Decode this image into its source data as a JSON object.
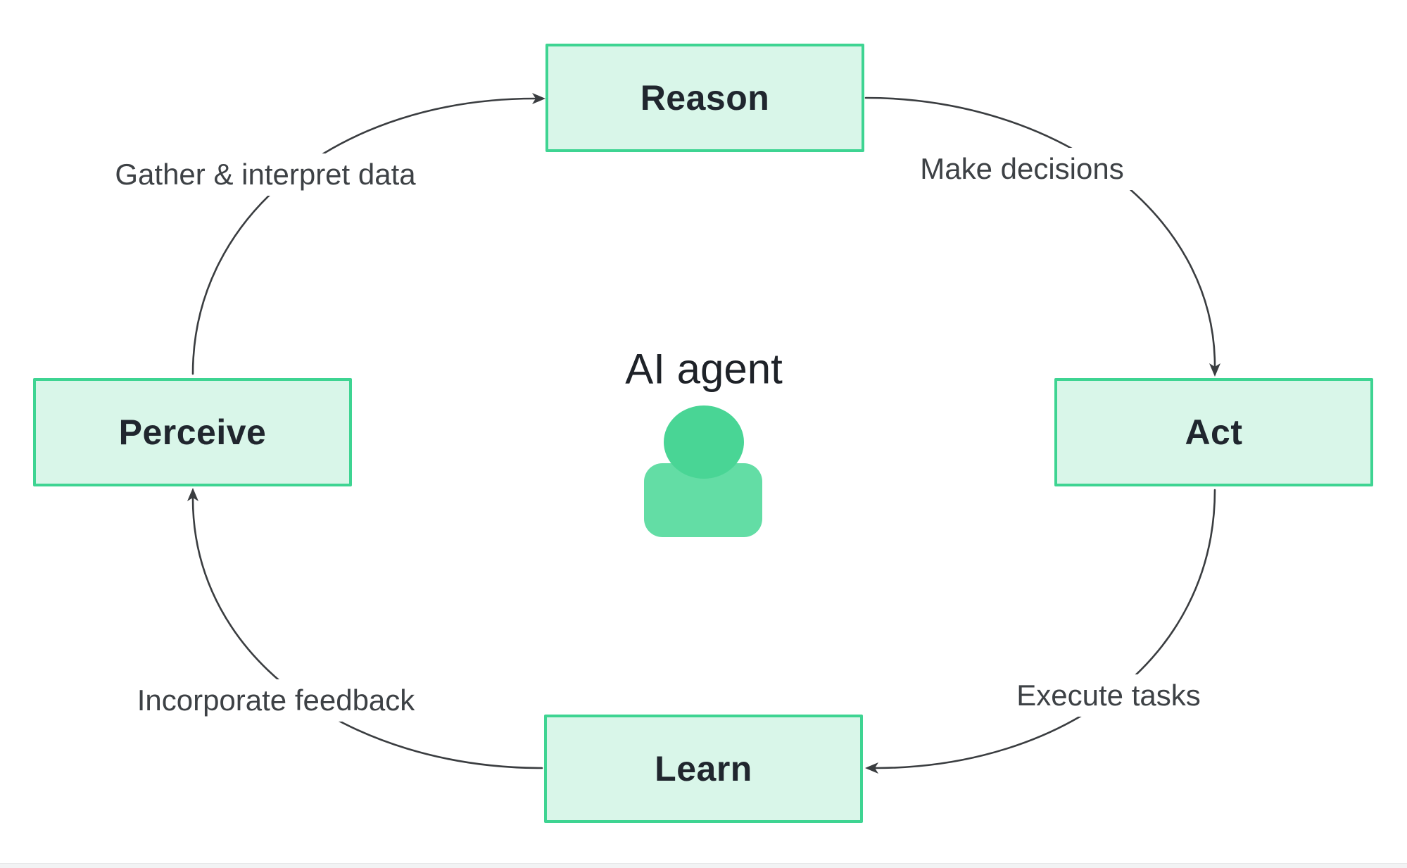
{
  "diagram": {
    "title": "AI agent",
    "nodes": [
      {
        "id": "reason",
        "label": "Reason"
      },
      {
        "id": "act",
        "label": "Act"
      },
      {
        "id": "learn",
        "label": "Learn"
      },
      {
        "id": "perceive",
        "label": "Perceive"
      }
    ],
    "edges": [
      {
        "from": "perceive",
        "to": "reason",
        "label": "Gather & interpret data"
      },
      {
        "from": "reason",
        "to": "act",
        "label": "Make decisions"
      },
      {
        "from": "act",
        "to": "learn",
        "label": "Execute tasks"
      },
      {
        "from": "learn",
        "to": "perceive",
        "label": "Incorporate feedback"
      }
    ],
    "center_icon": "person-icon",
    "colors": {
      "node_fill": "#d9f6e9",
      "node_border": "#3ed492",
      "node_text": "#20262e",
      "edge_line": "#3a3d40",
      "edge_label_text": "#3d4145",
      "title_text": "#1e2228",
      "icon_head": "#49d595",
      "icon_body": "#63dda5",
      "bottom_strip": "#f2f3f4",
      "background": "#ffffff"
    }
  }
}
